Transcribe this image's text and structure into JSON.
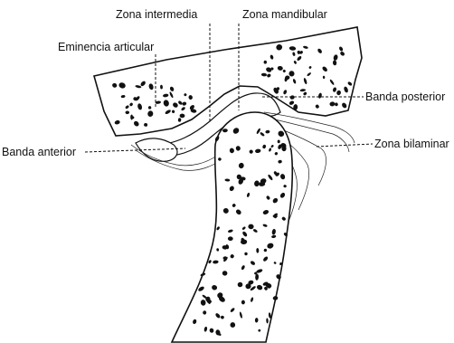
{
  "labels": {
    "zona_intermedia": "Zona intermedia",
    "zona_mandibular": "Zona mandibular",
    "eminencia_articular": "Eminencia articular",
    "banda_posterior": "Banda posterior",
    "banda_anterior": "Banda anterior",
    "zona_bilaminar": "Zona bilaminar"
  },
  "colors": {
    "ink": "#111111",
    "background": "#ffffff"
  }
}
